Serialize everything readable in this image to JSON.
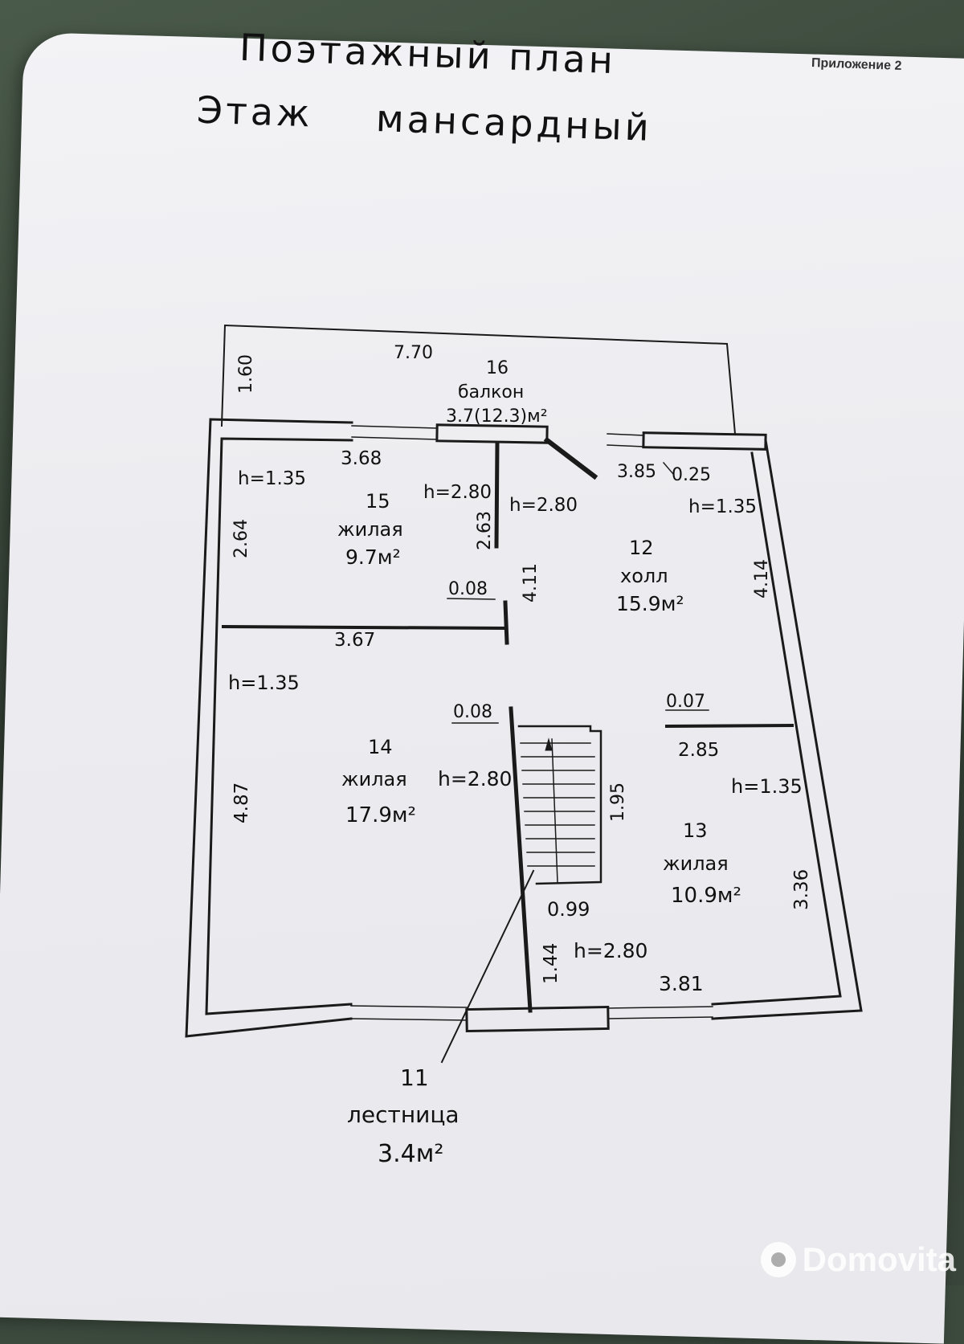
{
  "title": {
    "line1": "Поэтажный план",
    "line2_left": "Этаж",
    "line2_right": "мансардный"
  },
  "appendix": "Приложение 2",
  "rooms": {
    "balcony": {
      "number": "16",
      "name": "балкон",
      "area": "3.7(12.3)м²"
    },
    "room15": {
      "number": "15",
      "name": "жилая",
      "area": "9.7м²"
    },
    "room12": {
      "number": "12",
      "name": "холл",
      "area": "15.9м²"
    },
    "room14": {
      "number": "14",
      "name": "жилая",
      "area": "17.9м²"
    },
    "room13": {
      "number": "13",
      "name": "жилая",
      "area": "10.9м²"
    },
    "room11": {
      "number": "11",
      "name": "лестница",
      "area": "3.4м²"
    }
  },
  "dimensions": {
    "balcony_width": "7.70",
    "balcony_depth": "1.60",
    "r15_top": "3.68",
    "r15_side": "2.64",
    "r15_partition": "2.63",
    "r15_bottom": "3.67",
    "hall_top": "3.85",
    "hall_right_small": "0.25",
    "hall_side": "4.14",
    "hall_inner": "4.11",
    "wall_008_a": "0.08",
    "wall_008_b": "0.08",
    "wall_007": "0.07",
    "r13_top": "2.85",
    "r13_side": "3.36",
    "r13_bottom": "3.81",
    "stair_side": "1.95",
    "stair_bottom": "0.99",
    "stair_lower": "1.44",
    "r14_side": "4.87"
  },
  "heights": {
    "h15a": "h=1.35",
    "h15b": "h=2.80",
    "h12a": "h=2.80",
    "h12b": "h=1.35",
    "h14a": "h=1.35",
    "h14b": "h=2.80",
    "h13a": "h=1.35",
    "h13b": "h=2.80"
  },
  "watermark": "Domovita"
}
